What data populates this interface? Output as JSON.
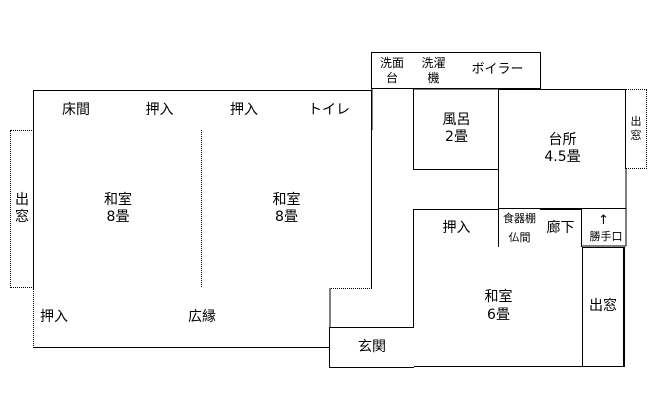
{
  "rooms": {
    "senmen": "洗面\n台",
    "sentaku": "洗濯\n機",
    "boiler": "ボイラー",
    "toko": "床間",
    "oshiire1": "押入",
    "oshiire2": "押入",
    "toilet": "トイレ",
    "furo": "風呂\n2畳",
    "daidokoro": "台所\n4.5畳",
    "demado_kitchen": "出窓",
    "demado_left": "出窓",
    "washitsu1": "和室\n8畳",
    "washitsu2": "和室\n8畳",
    "oshiire3": "押入",
    "shokkidana": "食器棚",
    "butsuma": "仏間",
    "roka": "廊下",
    "katteguchi": "勝手口",
    "katteguchi_arrow": "↑",
    "washitsu3": "和室\n6畳",
    "demado_right": "出窓",
    "oshiire4": "押入",
    "hiroen": "広縁",
    "genkan": "玄関"
  }
}
